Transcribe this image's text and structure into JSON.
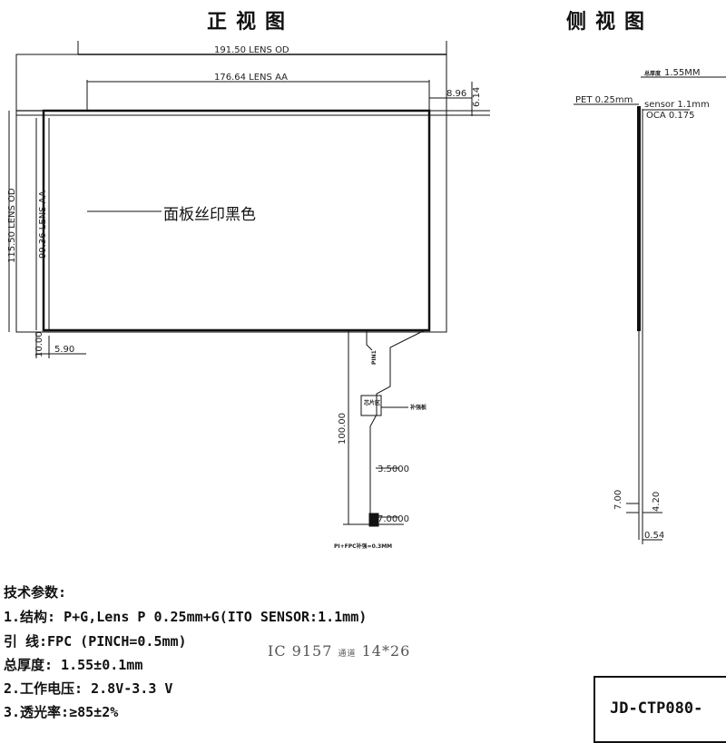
{
  "titles": {
    "front_view": "正视图",
    "side_view": "侧视图"
  },
  "front_view": {
    "lens_od_width": "191.50 LENS OD",
    "lens_aa_width": "176.64 LENS AA",
    "offset_right": "8.96",
    "offset_top": "6.14",
    "lens_od_height": "115.50 LENS OD",
    "lens_aa_height": "99.36 LENS AA",
    "bottom_margin": "10.00",
    "left_margin": "5.90",
    "silkscreen_callout": "面板丝印黑色",
    "fpc_length": "100.00",
    "fpc_width_1": "3.5000",
    "fpc_width_2": "7.0000",
    "chip_label": "芯片区",
    "chip_callout": "补强板",
    "fpc_stiffener_note": "PI+FPC补强=0.3MM",
    "fpc_marker": "PIN1"
  },
  "side_view": {
    "total_thickness": "1.55MM",
    "total_thickness_note": "总厚度",
    "pet_label": "PET 0.25mm",
    "sensor_label": "sensor 1.1mm",
    "oca_label": "OCA 0.175",
    "fpc_len": "7.00",
    "stiffener_len": "4.20",
    "stiffener_thk": "0.54"
  },
  "specs": {
    "heading": "技术参数:",
    "line1": "1.结构: P+G,Lens  P 0.25mm+G(ITO SENSOR:1.1mm)",
    "line2": "引  线:FPC (PINCH=0.5mm)",
    "line3": "总厚度: 1.55±0.1mm",
    "line4": "2.工作电压: 2.8V-3.3 V",
    "line5": "3.透光率:≥85±2%"
  },
  "ic_note": {
    "ic": "IC 9157",
    "channel_word": "通道",
    "channels": "14*26"
  },
  "part_number": "JD-CTP080-"
}
